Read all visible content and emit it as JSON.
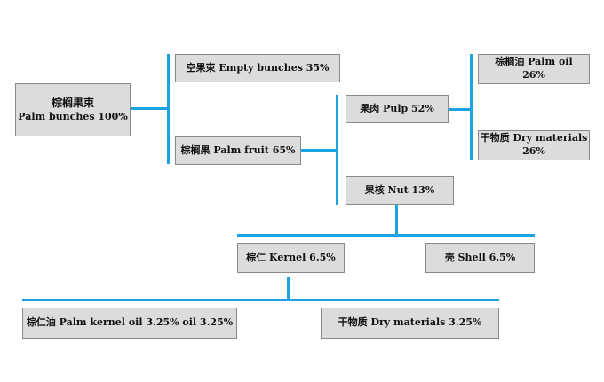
{
  "nodes": {
    "palm_bunches": {
      "zh": "棕榈果束",
      "en": "Palm bunches 100%"
    },
    "empty_bunches": {
      "label": "空果束  Empty bunches 35%"
    },
    "palm_fruit": {
      "label": "棕榈果 Palm fruit 65%"
    },
    "pulp": {
      "label": "果肉 Pulp 52%"
    },
    "nut": {
      "label": "果核 Nut 13%"
    },
    "palm_oil": {
      "line1": "棕榈油 Palm oil",
      "line2": "26%"
    },
    "dry_materials_pulp": {
      "line1": "干物质 Dry materials",
      "line2": "26%"
    },
    "kernel": {
      "label": "棕仁  Kernel 6.5%"
    },
    "shell": {
      "label": "壳 Shell 6.5%"
    },
    "palm_kernel_oil": {
      "label": "棕仁油 Palm kernel oil 3.25% oil 3.25%"
    },
    "dry_materials_kernel": {
      "label": "干物质 Dry materials 3.25%"
    }
  },
  "colors": {
    "connector": "#1aa3e0",
    "box_fill": "#dcdcdc",
    "box_border": "#8a8a8a"
  }
}
